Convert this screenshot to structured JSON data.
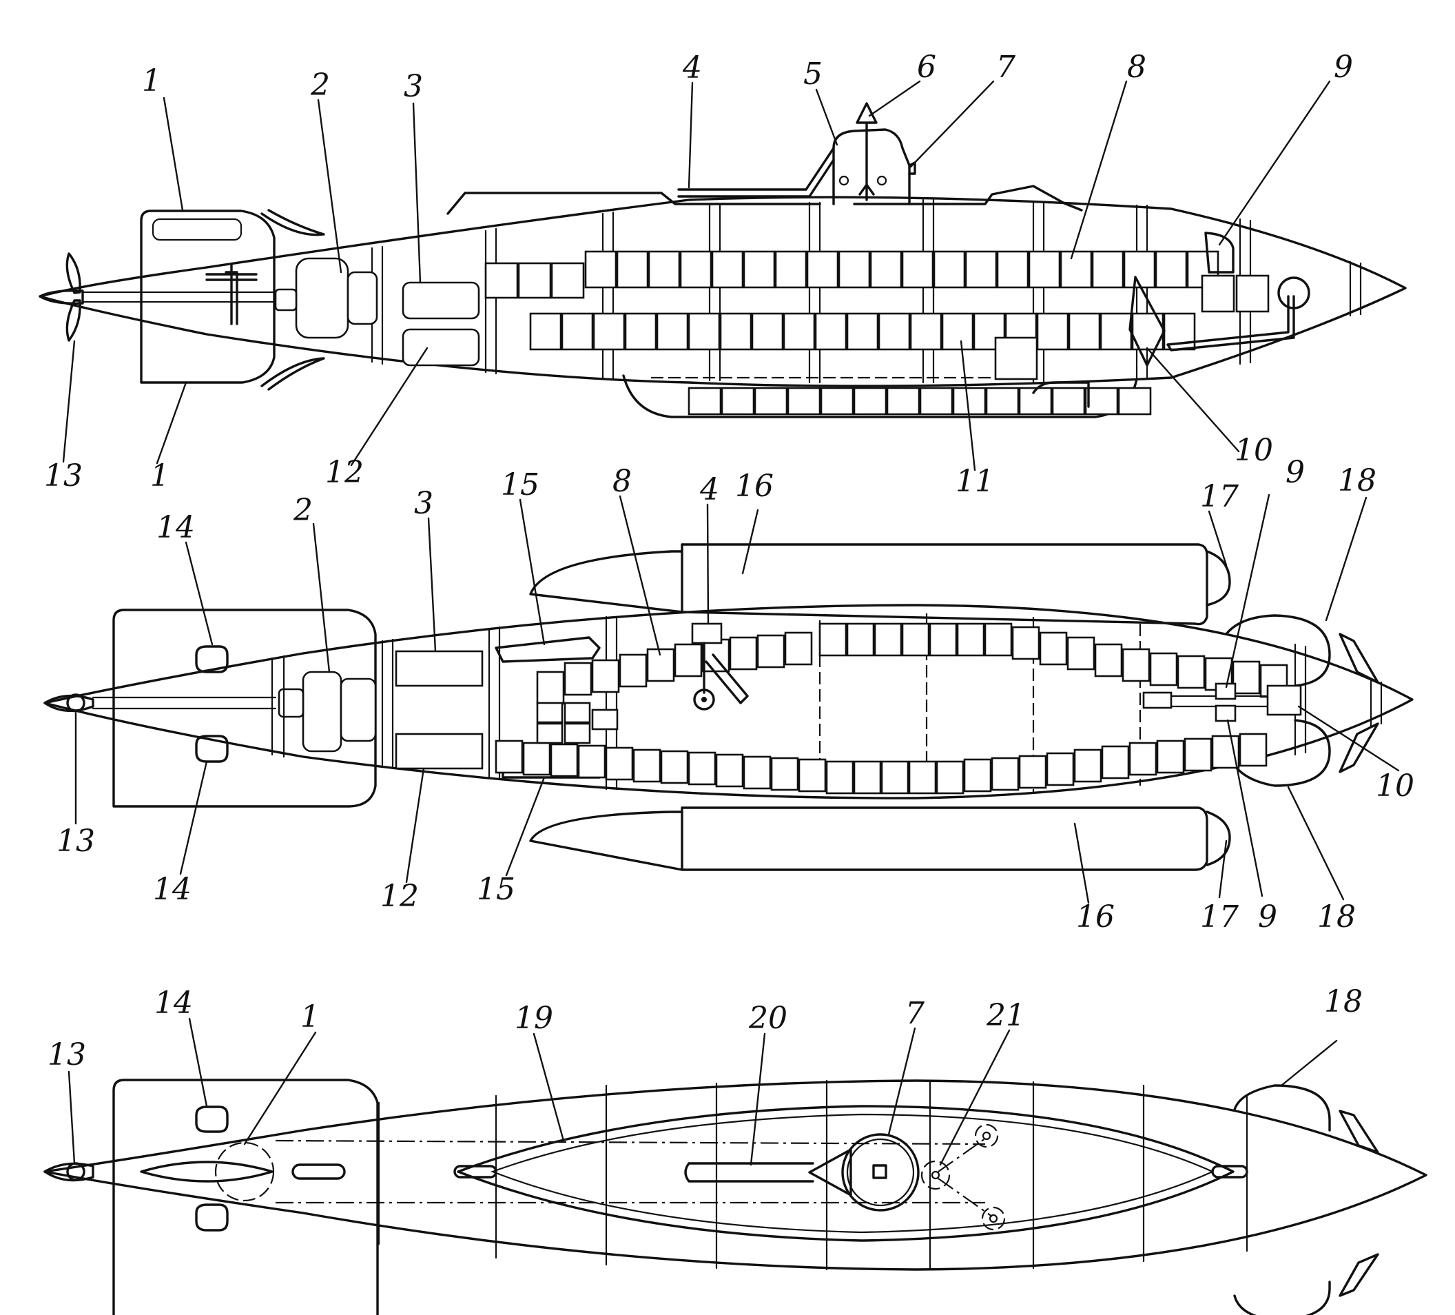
{
  "views": [
    {
      "id": "side-section",
      "callouts": [
        {
          "num": "1"
        },
        {
          "num": "2"
        },
        {
          "num": "3"
        },
        {
          "num": "4"
        },
        {
          "num": "5"
        },
        {
          "num": "6"
        },
        {
          "num": "7"
        },
        {
          "num": "8"
        },
        {
          "num": "9"
        },
        {
          "num": "10"
        },
        {
          "num": "11"
        },
        {
          "num": "12"
        },
        {
          "num": "13"
        },
        {
          "num": "1"
        }
      ]
    },
    {
      "id": "plan-section",
      "callouts": [
        {
          "num": "14"
        },
        {
          "num": "2"
        },
        {
          "num": "3"
        },
        {
          "num": "15"
        },
        {
          "num": "8"
        },
        {
          "num": "4"
        },
        {
          "num": "16"
        },
        {
          "num": "17"
        },
        {
          "num": "9"
        },
        {
          "num": "18"
        },
        {
          "num": "10"
        },
        {
          "num": "13"
        },
        {
          "num": "14"
        },
        {
          "num": "12"
        },
        {
          "num": "15"
        },
        {
          "num": "16"
        },
        {
          "num": "17"
        },
        {
          "num": "9"
        },
        {
          "num": "18"
        }
      ]
    },
    {
      "id": "top-view",
      "callouts": [
        {
          "num": "14"
        },
        {
          "num": "1"
        },
        {
          "num": "19"
        },
        {
          "num": "20"
        },
        {
          "num": "7"
        },
        {
          "num": "21"
        },
        {
          "num": "18"
        },
        {
          "num": "13"
        }
      ]
    }
  ],
  "colors": {
    "ink": "#111111",
    "paper": "#ffffff"
  }
}
